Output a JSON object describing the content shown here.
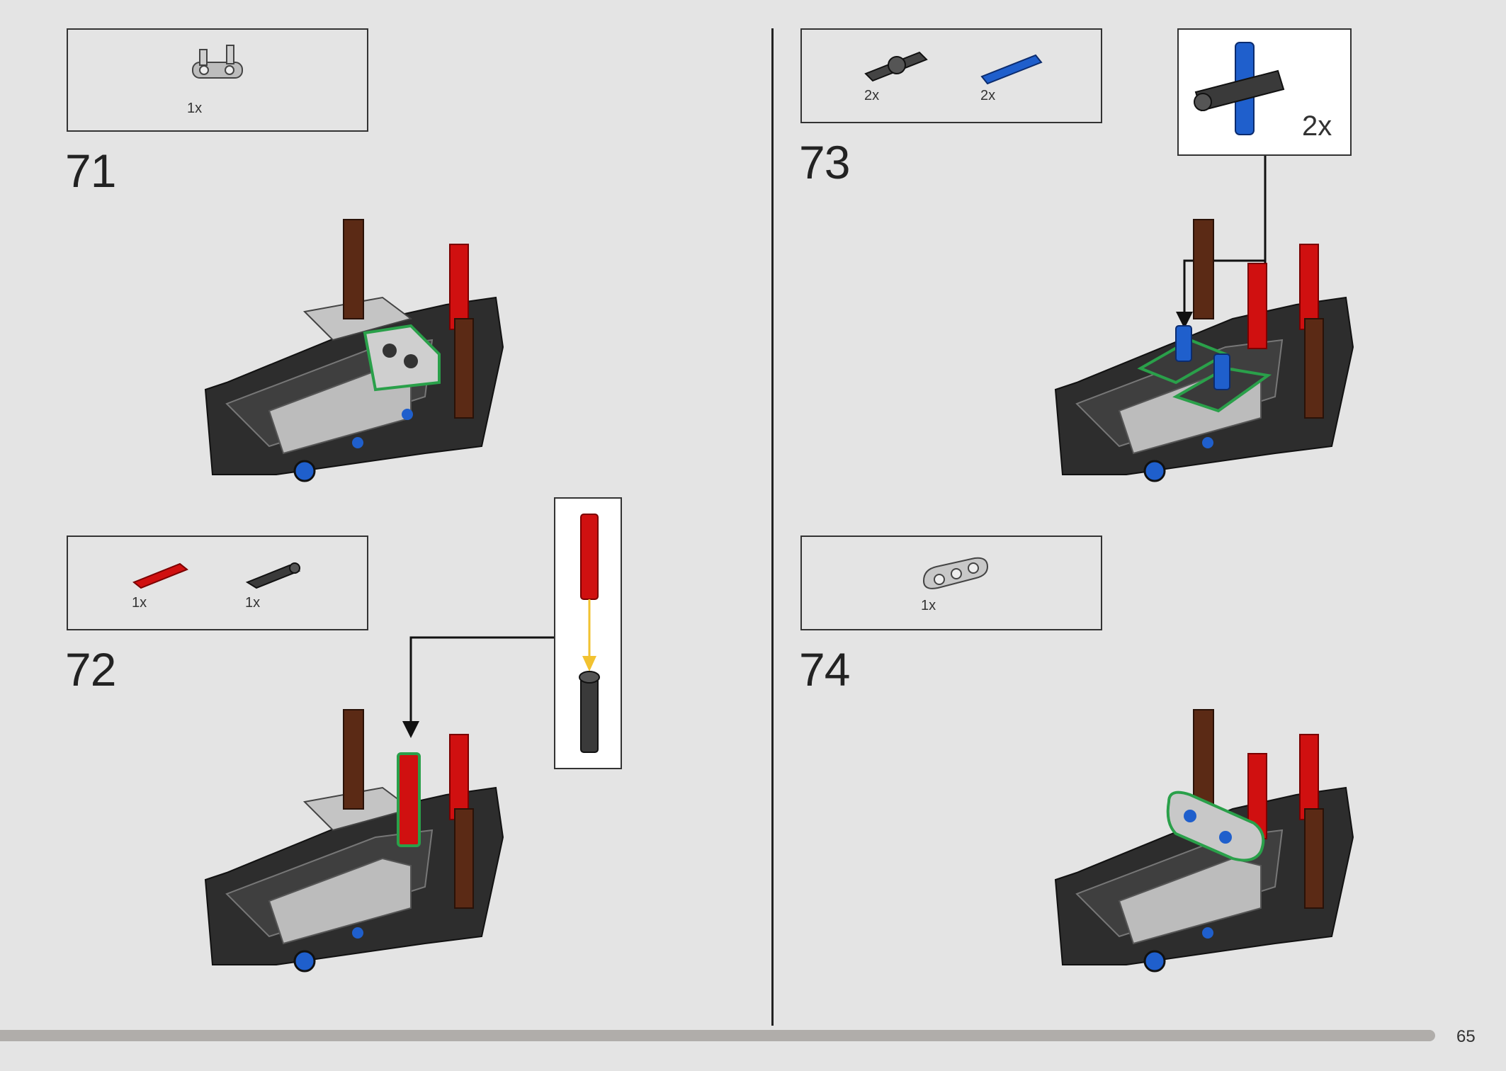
{
  "steps": [
    {
      "number": "71",
      "parts": [
        {
          "qty": "1x"
        }
      ]
    },
    {
      "number": "72",
      "parts": [
        {
          "qty": "1x"
        },
        {
          "qty": "1x"
        }
      ]
    },
    {
      "number": "73",
      "parts": [
        {
          "qty": "2x"
        },
        {
          "qty": "2x"
        }
      ],
      "subassembly_qty": "2x"
    },
    {
      "number": "74",
      "parts": [
        {
          "qty": "1x"
        }
      ]
    }
  ],
  "page_number": "65",
  "colors": {
    "background": "#e4e4e4",
    "frame": "#333333",
    "red": "#d01010",
    "blue": "#1f5fcc",
    "dark_gray": "#3a3a3a",
    "light_gray": "#c8c8c8",
    "brown": "#5b2a15",
    "highlight_green": "#2aa04a",
    "yellow_arrow": "#f2c230",
    "progress": "#b0adaa"
  }
}
